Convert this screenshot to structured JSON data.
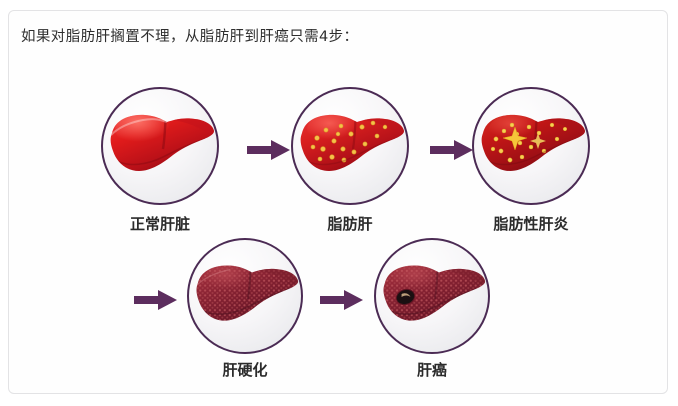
{
  "card": {
    "title": "如果对脂肪肝搁置不理，从脂肪肝到肝癌只需4步："
  },
  "colors": {
    "arrow": "#5c2d5e",
    "disc_border": "#4b2b54",
    "caption": "#2b2b2b",
    "card_border": "#e3e3e5",
    "liver_normal": "#e01b1b",
    "liver_normal_dark": "#a50d12",
    "liver_fatty": "#d81f1f",
    "liver_fatty_spot": "#f5c14a",
    "liver_steatohepatitis": "#c21616",
    "liver_steatohepatitis_star": "#f4c63a",
    "liver_cirrhosis": "#8e2535",
    "liver_cancer": "#8e2535",
    "tumor": "#1a1012"
  },
  "stages": [
    {
      "id": "normal-liver",
      "label": "正常肝脏",
      "step": 0,
      "description": "smooth bright red liver"
    },
    {
      "id": "fatty-liver",
      "label": "脂肪肝",
      "step": 1,
      "description": "red liver with yellow fat droplets"
    },
    {
      "id": "steatohepatitis",
      "label": "脂肪性肝炎",
      "step": 2,
      "description": "darker red liver with fat droplets and inflammation stars"
    },
    {
      "id": "cirrhosis",
      "label": "肝硬化",
      "step": 3,
      "description": "dark maroon nodular scarred liver"
    },
    {
      "id": "liver-cancer",
      "label": "肝癌",
      "step": 4,
      "description": "dark nodular liver with black tumor lesion"
    }
  ],
  "arrows": [
    {
      "id": "arrow-1",
      "from": "正常肝脏",
      "to": "脂肪肝"
    },
    {
      "id": "arrow-2",
      "from": "脂肪肝",
      "to": "脂肪性肝炎"
    },
    {
      "id": "arrow-3",
      "from": "脂肪性肝炎",
      "to": "肝硬化"
    },
    {
      "id": "arrow-4",
      "from": "肝硬化",
      "to": "肝癌"
    }
  ]
}
